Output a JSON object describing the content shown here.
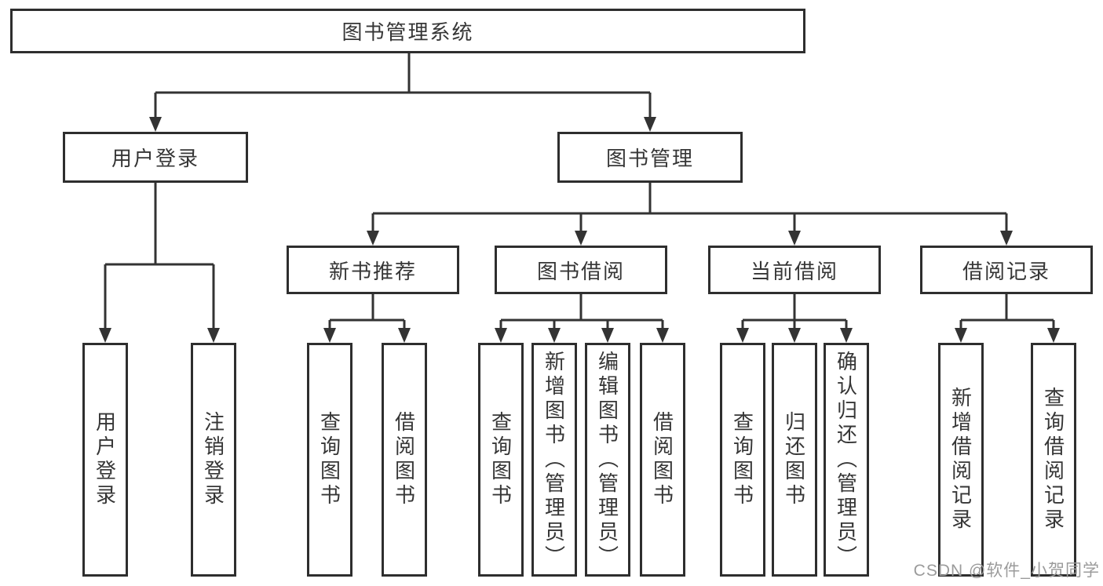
{
  "diagram": {
    "root": "图书管理系统",
    "level2": [
      "用户登录",
      "图书管理"
    ],
    "level3": [
      "新书推荐",
      "图书借阅",
      "当前借阅",
      "借阅记录"
    ],
    "leaves": {
      "user_login": [
        "用户登录",
        "注销登录"
      ],
      "new_book_recommend": [
        "查询图书",
        "借阅图书"
      ],
      "book_borrow": [
        "查询图书",
        "新增图书（管理员）",
        "编辑图书（管理员）",
        "借阅图书"
      ],
      "current_borrow": [
        "查询图书",
        "归还图书",
        "确认归还（管理员）"
      ],
      "borrow_record": [
        "新增借阅记录",
        "查询借阅记录"
      ]
    }
  },
  "watermark": "CSDN @软件_小贺同学",
  "colors": {
    "line": "#333333",
    "box_border": "#2e2e2e",
    "text": "#363636",
    "watermark": "#9b9b9b",
    "background": "#ffffff"
  }
}
